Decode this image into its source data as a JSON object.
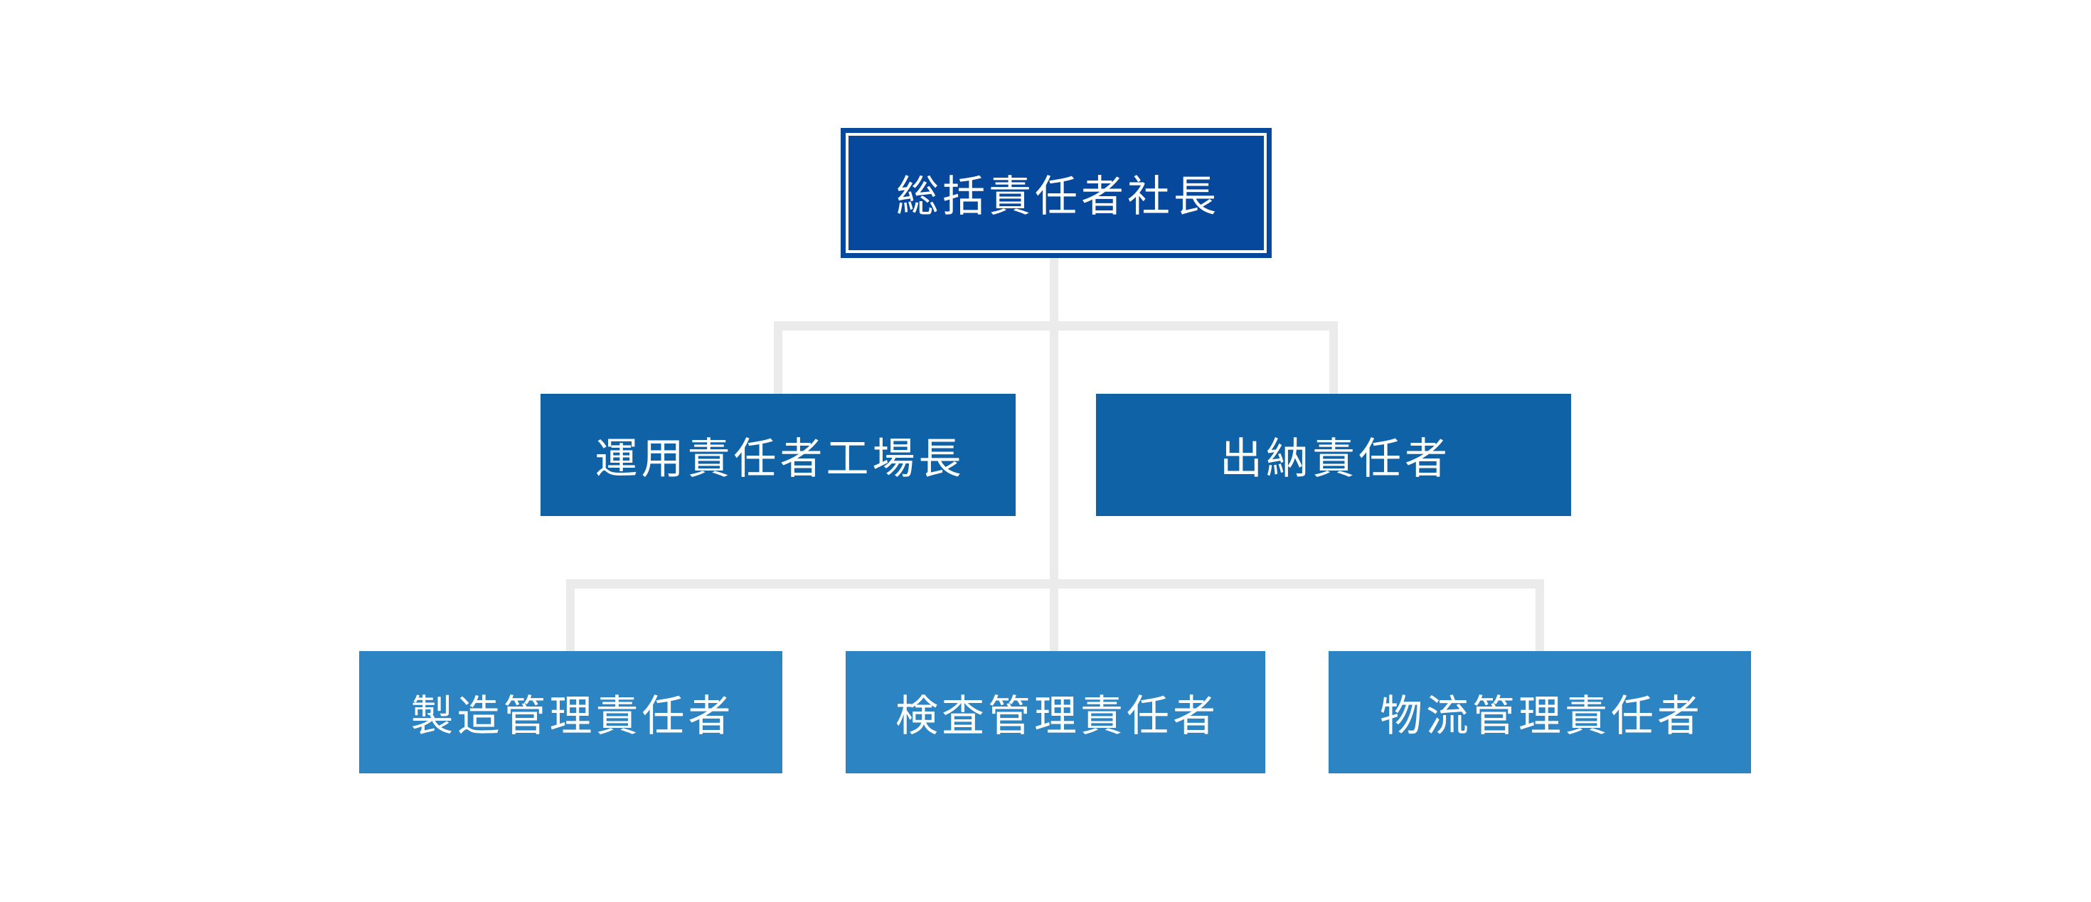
{
  "org_chart": {
    "background_color": "#ffffff",
    "connector_color": "#ebebeb",
    "text_color": "#ffffff",
    "root": {
      "label": "総括責任者社長",
      "fill_color": "#05489c",
      "border_style": "white-inset-ring"
    },
    "level2": [
      {
        "label": "運用責任者工場長",
        "fill_color": "#0f62a6"
      },
      {
        "label": "出納責任者",
        "fill_color": "#0f62a6"
      }
    ],
    "level3": [
      {
        "label": "製造管理責任者",
        "fill_color": "#2d84c3"
      },
      {
        "label": "検査管理責任者",
        "fill_color": "#2d84c3"
      },
      {
        "label": "物流管理責任者",
        "fill_color": "#2d84c3"
      }
    ]
  }
}
